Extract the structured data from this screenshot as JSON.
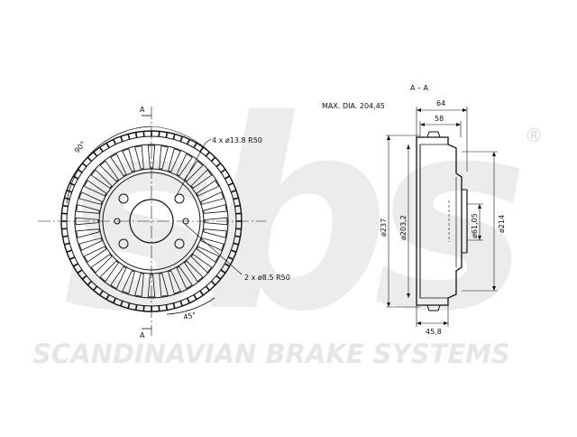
{
  "watermark": {
    "logo_text": "sbs",
    "registered": "®",
    "company": "SCANDINAVIAN BRAKE SYSTEMS"
  },
  "front_view": {
    "section_marker_top": "A",
    "section_marker_bottom": "A",
    "angle_top": "90°",
    "angle_bottom": "45°",
    "bolt_holes_label": "4 x ø13.8 R50",
    "pilot_holes_label": "2 x ø8.5 R50",
    "fin_count": 36
  },
  "section_view": {
    "title": "A – A",
    "max_dia_label": "MAX. DIA. 204,45",
    "dim_width_overall": "64",
    "dim_width_inner": "58",
    "dim_height_bottom": "45,8",
    "dim_dia_outer": "ø237",
    "dim_dia_braking": "ø203,2",
    "dim_dia_center": "ø61,05",
    "dim_dia_hub": "ø214"
  },
  "colors": {
    "line": "#111111",
    "watermark": "#ebebeb"
  }
}
